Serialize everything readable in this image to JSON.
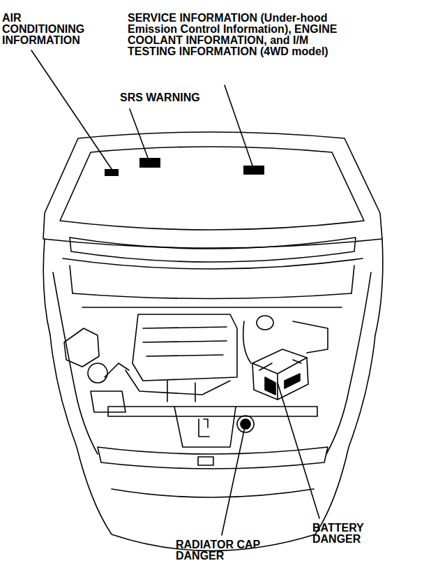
{
  "diagram": {
    "labels": [
      "AIR CONDITIONING INFORMATION",
      "SERVICE INFORMATION (Under-hood Emission Control Information), ENGINE COOLANT INFORMATION, and I/M TESTING INFORMATION (4WD model)",
      "SRS WARNING",
      "BATTERY DANGER",
      "RADIATOR CAP DANGER"
    ]
  }
}
